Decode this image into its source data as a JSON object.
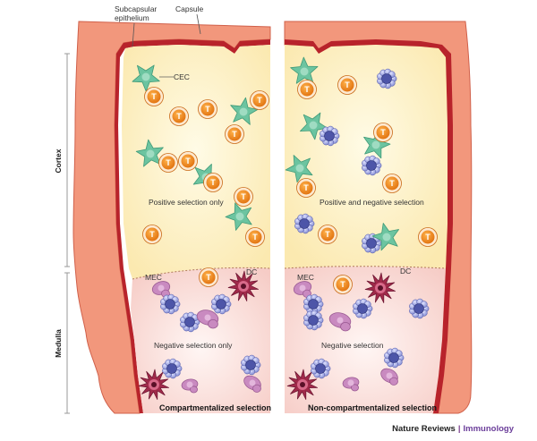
{
  "labels": {
    "capsule": "Capsule",
    "subcapsular_line1": "Subcapsular",
    "subcapsular_line2": "epithelium",
    "cortex": "Cortex",
    "medulla": "Medulla",
    "cec": "CEC",
    "mec_left": "MEC",
    "dc_left": "DC",
    "mec_right": "MEC",
    "dc_right": "DC",
    "t_cell": "T"
  },
  "panels": {
    "left": {
      "cortex_text": "Positive selection only",
      "medulla_text": "Negative selection only",
      "caption": "Compartmentalized selection"
    },
    "right": {
      "cortex_text": "Positive and negative selection",
      "medulla_text": "Negative selection",
      "caption": "Non-compartmentalized selection"
    }
  },
  "branding": {
    "publisher": "Nature Reviews",
    "separator": "|",
    "journal": "Immunology"
  },
  "colors": {
    "capsule": "#f0927a",
    "subcapsular": "#c0282d",
    "cortex": "#fdf2c8",
    "medulla": "#fbe3e0",
    "t_cell": "#f08a24",
    "epithelial": "#6cc4a0",
    "mec": "#c98ac0",
    "dc": "#a02a4a",
    "apoptotic": "#4d55a8"
  }
}
